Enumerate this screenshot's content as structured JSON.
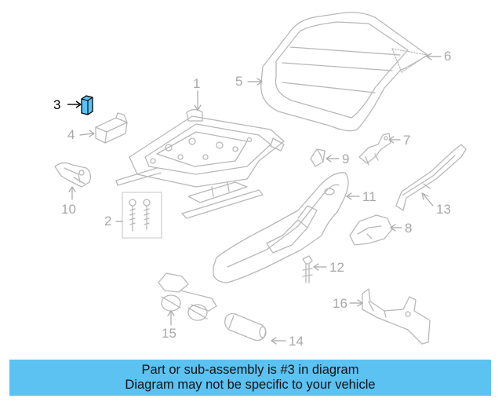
{
  "diagram": {
    "callouts": [
      "1",
      "2",
      "3",
      "4",
      "5",
      "6",
      "7",
      "8",
      "9",
      "10",
      "11",
      "12",
      "13",
      "14",
      "15",
      "16"
    ],
    "highlight_color": "#5bc2f2"
  },
  "banner": {
    "line1": "Part or sub-assembly is #3 in diagram",
    "line2": "Diagram may not be specific to your vehicle"
  }
}
